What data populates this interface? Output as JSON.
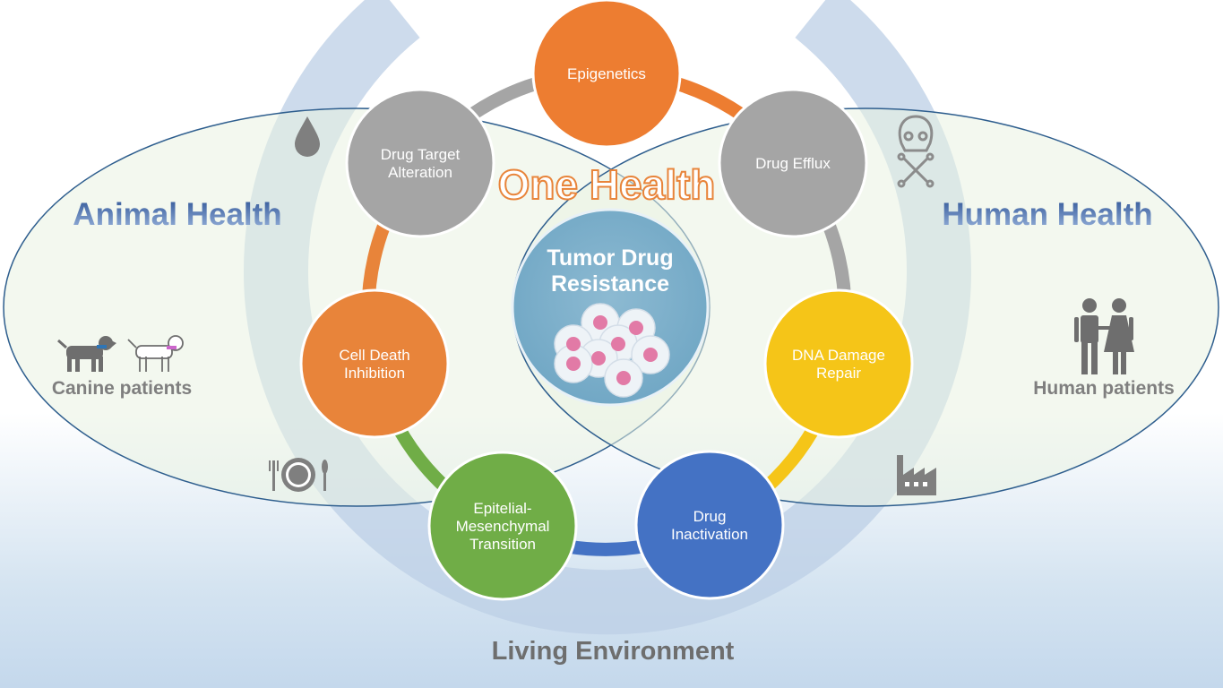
{
  "title": "One Health",
  "center": {
    "line1": "Tumor Drug",
    "line2": "Resistance"
  },
  "left_region": {
    "title": "Animal Health",
    "caption": "Canine patients"
  },
  "right_region": {
    "title": "Human Health",
    "caption": "Human patients"
  },
  "environment_label": "Living Environment",
  "mechanisms": [
    {
      "lines": [
        "Epigenetics"
      ],
      "color": "#ED7D31"
    },
    {
      "lines": [
        "Drug Efflux"
      ],
      "color": "#A5A5A5"
    },
    {
      "lines": [
        "DNA Damage",
        "Repair"
      ],
      "color": "#F5C518"
    },
    {
      "lines": [
        "Drug",
        "Inactivation"
      ],
      "color": "#4472C4"
    },
    {
      "lines": [
        "Epitelial-",
        "Mesenchymal",
        "Transition"
      ],
      "color": "#70AD47"
    },
    {
      "lines": [
        "Cell Death",
        "Inhibition"
      ],
      "color": "#E8843A"
    },
    {
      "lines": [
        "Drug Target",
        "Alteration"
      ],
      "color": "#A5A5A5"
    }
  ],
  "icons": [
    "water-drop-icon",
    "skull-crossbones-icon",
    "dish-cutlery-icon",
    "factory-icon",
    "dogs-icon",
    "people-icon",
    "cell-cluster-icon"
  ]
}
